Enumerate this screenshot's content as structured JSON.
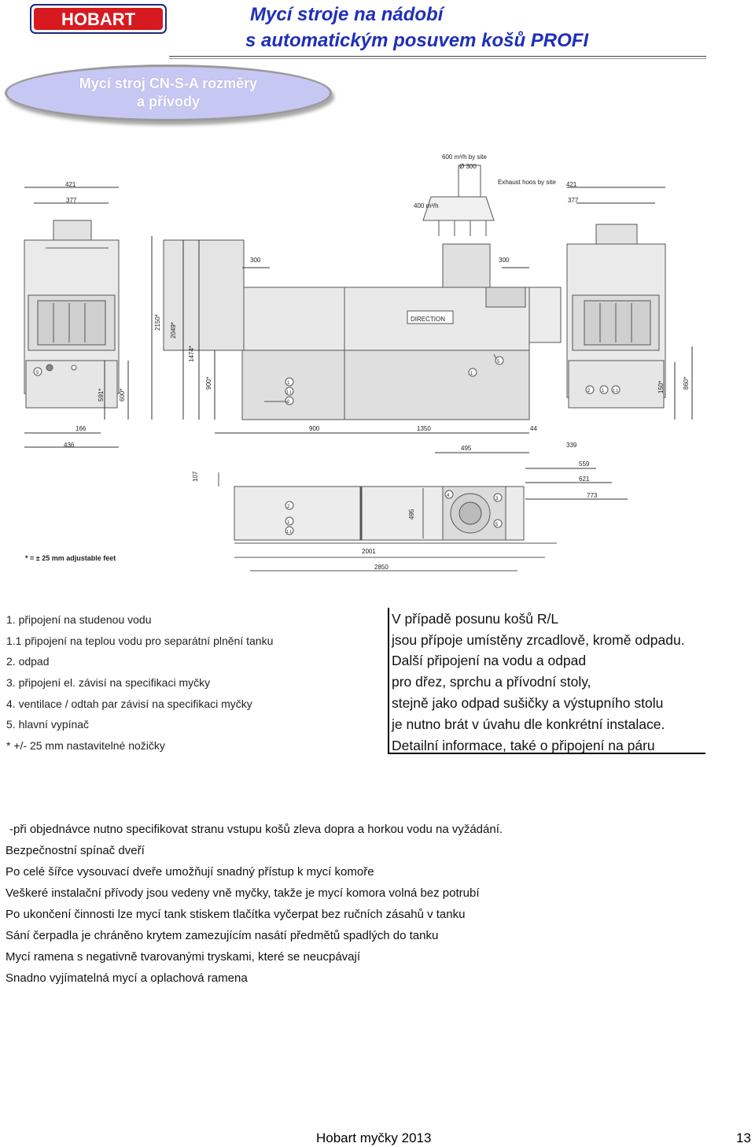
{
  "header": {
    "brand": "HOBART",
    "title_line1": "Mycí stroje  na  nádobí",
    "title_line2": "s automatickým posuvem košů PROFI"
  },
  "badge": {
    "line1": "Mycí stroj CN-S-A rozměry",
    "line2": "a přívody"
  },
  "diagram": {
    "top_labels": {
      "flow_by_site": "600 m³/h by site",
      "diameter": "Ø 300",
      "exhaust": "Exhaust hoos by site",
      "flow_400": "400 m³/h",
      "sink_label": "DIRECTION"
    },
    "dims_top": [
      "421",
      "377",
      "421",
      "377",
      "300",
      "300"
    ],
    "dims_vertical": [
      "2150*",
      "2049*",
      "1474*",
      "900*",
      "591*",
      "600*",
      "150*",
      "860*"
    ],
    "dims_bottom": [
      "166",
      "436",
      "900",
      "1350",
      "44",
      "495",
      "339",
      "559",
      "621",
      "773"
    ],
    "plan_dims": [
      "107",
      "495",
      "2001",
      "2850"
    ],
    "footnote": "* = ± 25 mm adjustable feet",
    "callouts": [
      "1",
      "1.1",
      "2",
      "3",
      "4",
      "5"
    ]
  },
  "legend": [
    "1. připojení na studenou vodu",
    "1.1  připojení na teplou vodu pro separátní plnění tanku",
    "2. odpad",
    "3. připojení el. závisí na specifikaci myčky",
    "4. ventilace / odtah par závisí na specifikaci myčky",
    "5. hlavní vypínač",
    "* +/- 25 mm nastavitelné nožičky"
  ],
  "note": [
    "V případě posunu košů R/L",
    "jsou přípoje umístěny zrcadlově, kromě odpadu.",
    "Další připojení na vodu a odpad",
    "pro dřez, sprchu a přívodní stoly,",
    "stejně jako odpad sušičky a výstupního stolu",
    "je nutno brát v úvahu dle konkrétní instalace.",
    "Detailní informace, také o připojení na páru"
  ],
  "features": [
    "-při objednávce nutno specifikovat stranu vstupu košů zleva dopra a horkou vodu na vyžádání.",
    "Bezpečnostní spínač dveří",
    "Po celé šířce vysouvací dveře umožňují snadný přístup k mycí komoře",
    "Veškeré instalační přívody jsou vedeny vně myčky, takže je mycí komora volná bez potrubí",
    "Po ukončení činnosti lze mycí tank stiskem tlačítka vyčerpat bez ručních zásahů v tanku",
    "Sání čerpadla je chráněno krytem zamezujícím nasátí předmětů spadlých do tanku",
    "Mycí ramena s negativně tvarovanými tryskami, které se neucpávají",
    "Snadno vyjímatelná mycí a oplachová ramena"
  ],
  "footer": {
    "text": "Hobart myčky 2013",
    "page": "13"
  },
  "colors": {
    "title": "#1f2fb8",
    "logo_red": "#d71920",
    "badge_fill": "#c7c7f3"
  }
}
